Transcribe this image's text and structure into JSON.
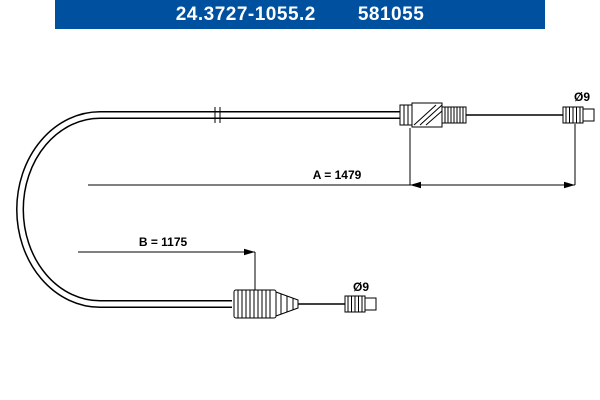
{
  "header": {
    "part_number": "24.3727-1055.2",
    "reference_number": "581055",
    "bar_color": "#0050a0",
    "text_color": "#ffffff"
  },
  "diagram": {
    "dimension_a_label": "A = 1479",
    "dimension_b_label": "B = 1175",
    "diameter_top_label": "Ø9",
    "diameter_bottom_label": "Ø9",
    "line_color": "#000000",
    "background_color": "#ffffff"
  }
}
